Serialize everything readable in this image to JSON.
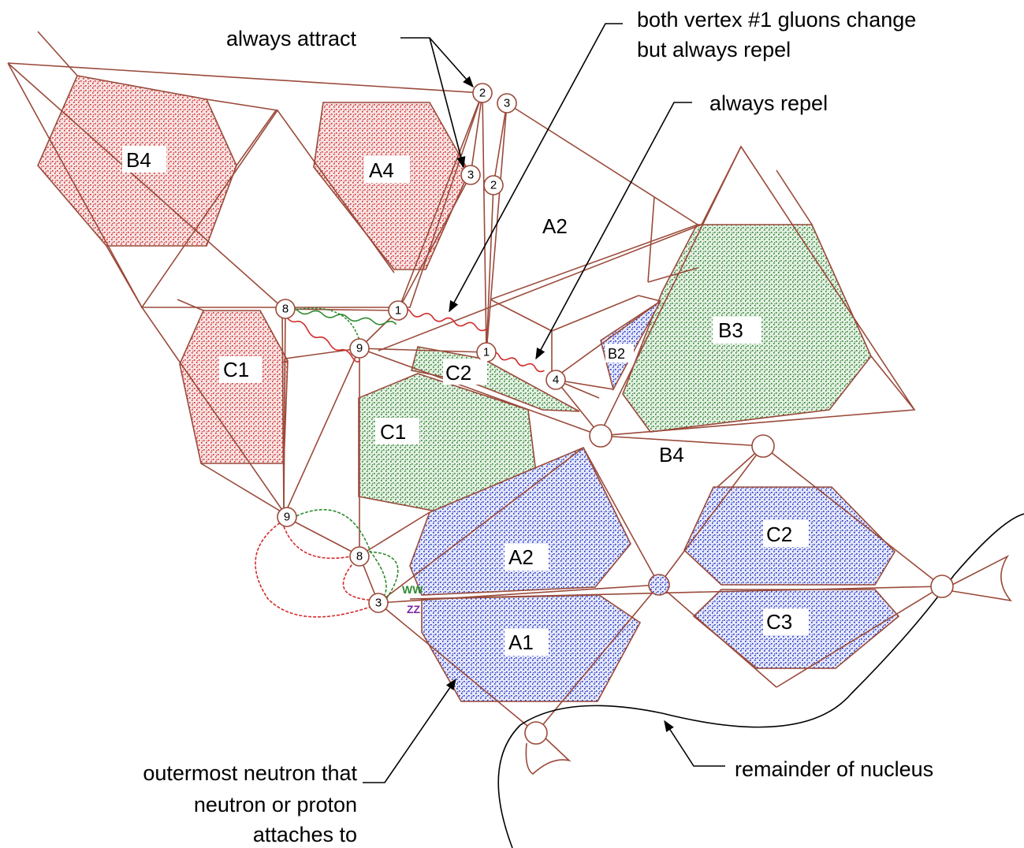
{
  "annotations": {
    "always_attract": "always attract",
    "gluons_line1": "both vertex #1 gluons change",
    "gluons_line2": "but always repel",
    "always_repel": "always repel",
    "remainder": "remainder of nucleus",
    "outermost_line1": "outermost neutron that",
    "outermost_line2": "neutron or proton",
    "outermost_line3": "attaches to"
  },
  "regions": {
    "red_b4": "B4",
    "red_a4": "A4",
    "red_c1": "C1",
    "a2_white": "A2",
    "green_b3": "B3",
    "blue_b2": "B2",
    "green_c2": "C2",
    "green_c1": "C1",
    "b4_bottom": "B4",
    "blue_a2": "A2",
    "blue_a1": "A1",
    "blue_c2": "C2",
    "blue_c3": "C3"
  },
  "vertices": {
    "v2a": "2",
    "v3a": "3",
    "v3b": "3",
    "v2b": "2",
    "v8a": "8",
    "v1a": "1",
    "v9a": "9",
    "v1b": "1",
    "v4": "4",
    "v9b": "9",
    "v8b": "8",
    "v3c": "3"
  },
  "bosons": {
    "ww": "WW",
    "zz": "ZZ"
  },
  "colors": {
    "edge": "#9a4a3a",
    "red": "#d42a2a",
    "green": "#2e7d2e",
    "blue": "#1a2fc0",
    "ww": "#2e8b2e",
    "zz": "#7a2aa0"
  }
}
